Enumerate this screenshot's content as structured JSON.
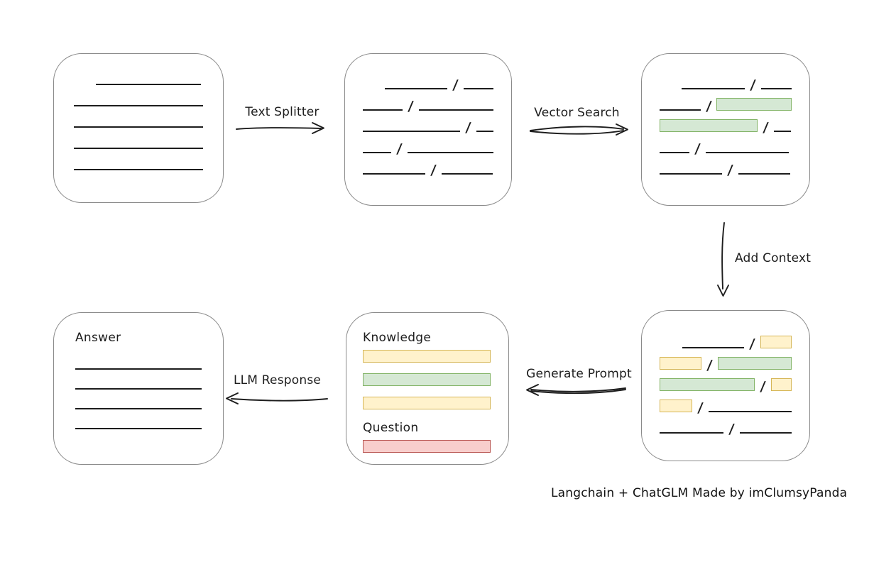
{
  "separator": "/",
  "colors": {
    "green_fill": "#d5e8d4",
    "green_stroke": "#82b366",
    "yellow_fill": "#fff2cc",
    "yellow_stroke": "#d6b656",
    "red_fill": "#f8cecc",
    "red_stroke": "#b85450",
    "box_stroke": "#8a8a8a",
    "ink": "#1d1d1d"
  },
  "arrow_labels": {
    "text_splitter": "Text Splitter",
    "vector_search": "Vector Search",
    "add_context": "Add Context",
    "generate_prompt": "Generate Prompt",
    "llm_response": "LLM Response"
  },
  "credit": "Langchain + ChatGLM Made by imClumsyPanda",
  "boxes": {
    "source_document": {
      "rows": [
        {
          "indent": 31,
          "segments": [
            {
              "t": "line",
              "w": 148
            }
          ]
        },
        {
          "segments": [
            {
              "t": "line",
              "w": 182
            }
          ]
        },
        {
          "segments": [
            {
              "t": "line",
              "w": 182
            }
          ]
        },
        {
          "segments": [
            {
              "t": "line",
              "w": 182
            }
          ]
        },
        {
          "segments": [
            {
              "t": "line",
              "w": 182
            }
          ]
        }
      ]
    },
    "split_chunks": {
      "rows": [
        {
          "indent": 31,
          "segments": [
            {
              "t": "line",
              "w": 91
            },
            {
              "t": "slash"
            },
            {
              "t": "line",
              "w": 44
            }
          ]
        },
        {
          "segments": [
            {
              "t": "line",
              "w": 62
            },
            {
              "t": "slash"
            },
            {
              "t": "line",
              "w": 116
            }
          ]
        },
        {
          "segments": [
            {
              "t": "line",
              "w": 140
            },
            {
              "t": "slash"
            },
            {
              "t": "line",
              "w": 24
            }
          ]
        },
        {
          "segments": [
            {
              "t": "line",
              "w": 42
            },
            {
              "t": "slash"
            },
            {
              "t": "line",
              "w": 128
            }
          ]
        },
        {
          "segments": [
            {
              "t": "line",
              "w": 88
            },
            {
              "t": "slash"
            },
            {
              "t": "line",
              "w": 72
            }
          ]
        }
      ]
    },
    "vector_matches": {
      "rows": [
        {
          "indent": 31,
          "segments": [
            {
              "t": "line",
              "w": 91
            },
            {
              "t": "slash"
            },
            {
              "t": "line",
              "w": 44
            }
          ]
        },
        {
          "segments": [
            {
              "t": "line",
              "w": 60
            },
            {
              "t": "slash"
            },
            {
              "t": "green",
              "w": 110
            }
          ]
        },
        {
          "segments": [
            {
              "t": "green",
              "w": 138
            },
            {
              "t": "slash"
            },
            {
              "t": "line",
              "w": 24
            }
          ]
        },
        {
          "segments": [
            {
              "t": "line",
              "w": 42
            },
            {
              "t": "slash"
            },
            {
              "t": "line",
              "w": 117
            }
          ]
        },
        {
          "segments": [
            {
              "t": "line",
              "w": 88
            },
            {
              "t": "slash"
            },
            {
              "t": "line",
              "w": 73
            }
          ]
        }
      ]
    },
    "context_chunks": {
      "rows": [
        {
          "indent": 32,
          "segments": [
            {
              "t": "line",
              "w": 92
            },
            {
              "t": "slash"
            },
            {
              "t": "yellow",
              "w": 47
            }
          ]
        },
        {
          "segments": [
            {
              "t": "yellow",
              "w": 60
            },
            {
              "t": "slash"
            },
            {
              "t": "green",
              "w": 107
            }
          ]
        },
        {
          "segments": [
            {
              "t": "green",
              "w": 138
            },
            {
              "t": "slash"
            },
            {
              "t": "yellow",
              "w": 30
            }
          ]
        },
        {
          "segments": [
            {
              "t": "yellow",
              "w": 46
            },
            {
              "t": "slash"
            },
            {
              "t": "line",
              "w": 117
            }
          ]
        },
        {
          "segments": [
            {
              "t": "line",
              "w": 90
            },
            {
              "t": "slash"
            },
            {
              "t": "line",
              "w": 73
            }
          ]
        }
      ]
    }
  },
  "prompt_box": {
    "knowledge_label": "Knowledge",
    "question_label": "Question",
    "knowledge_rows": [
      {
        "segments": [
          {
            "t": "yellow",
            "w": 180
          }
        ]
      },
      {
        "segments": [
          {
            "t": "green",
            "w": 180
          }
        ]
      },
      {
        "segments": [
          {
            "t": "yellow",
            "w": 180
          }
        ]
      }
    ],
    "question_rows": [
      {
        "segments": [
          {
            "t": "red",
            "w": 180
          }
        ]
      }
    ]
  },
  "answer_box": {
    "label": "Answer",
    "rows": [
      {
        "segments": [
          {
            "t": "line",
            "w": 180
          }
        ]
      },
      {
        "segments": [
          {
            "t": "line",
            "w": 180
          }
        ]
      },
      {
        "segments": [
          {
            "t": "line",
            "w": 180
          }
        ]
      },
      {
        "segments": [
          {
            "t": "line",
            "w": 180
          }
        ]
      }
    ]
  }
}
